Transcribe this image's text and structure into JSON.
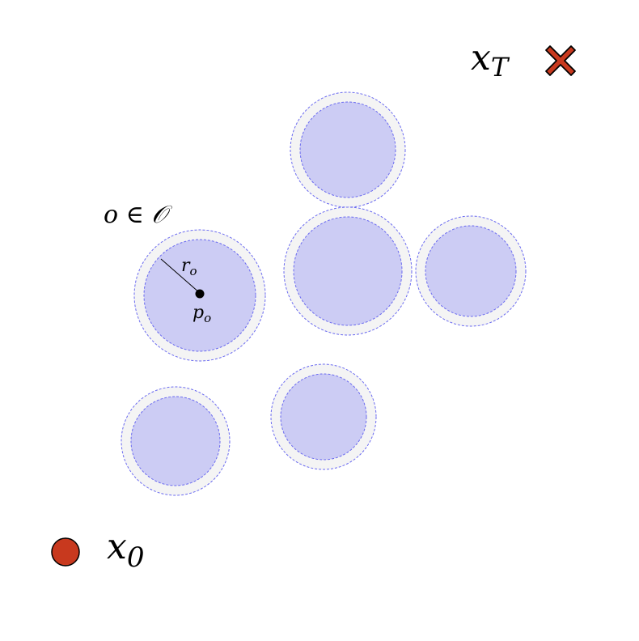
{
  "labels": {
    "start_var": "x",
    "start_sub": "0",
    "goal_var": "x",
    "goal_sub": "T",
    "obstacle_set": "o ∈ 𝒪",
    "radius_var": "r",
    "radius_sub": "o",
    "center_var": "p",
    "center_sub": "o"
  },
  "colors": {
    "obstacle_fill": "#ccccf4",
    "obstacle_stroke": "#6a6af0",
    "margin_fill": "#f4f4f4",
    "marker_fill": "#c8391e",
    "marker_stroke": "#000000"
  },
  "icons": {
    "start": "filled-circle",
    "goal": "x-mark"
  }
}
